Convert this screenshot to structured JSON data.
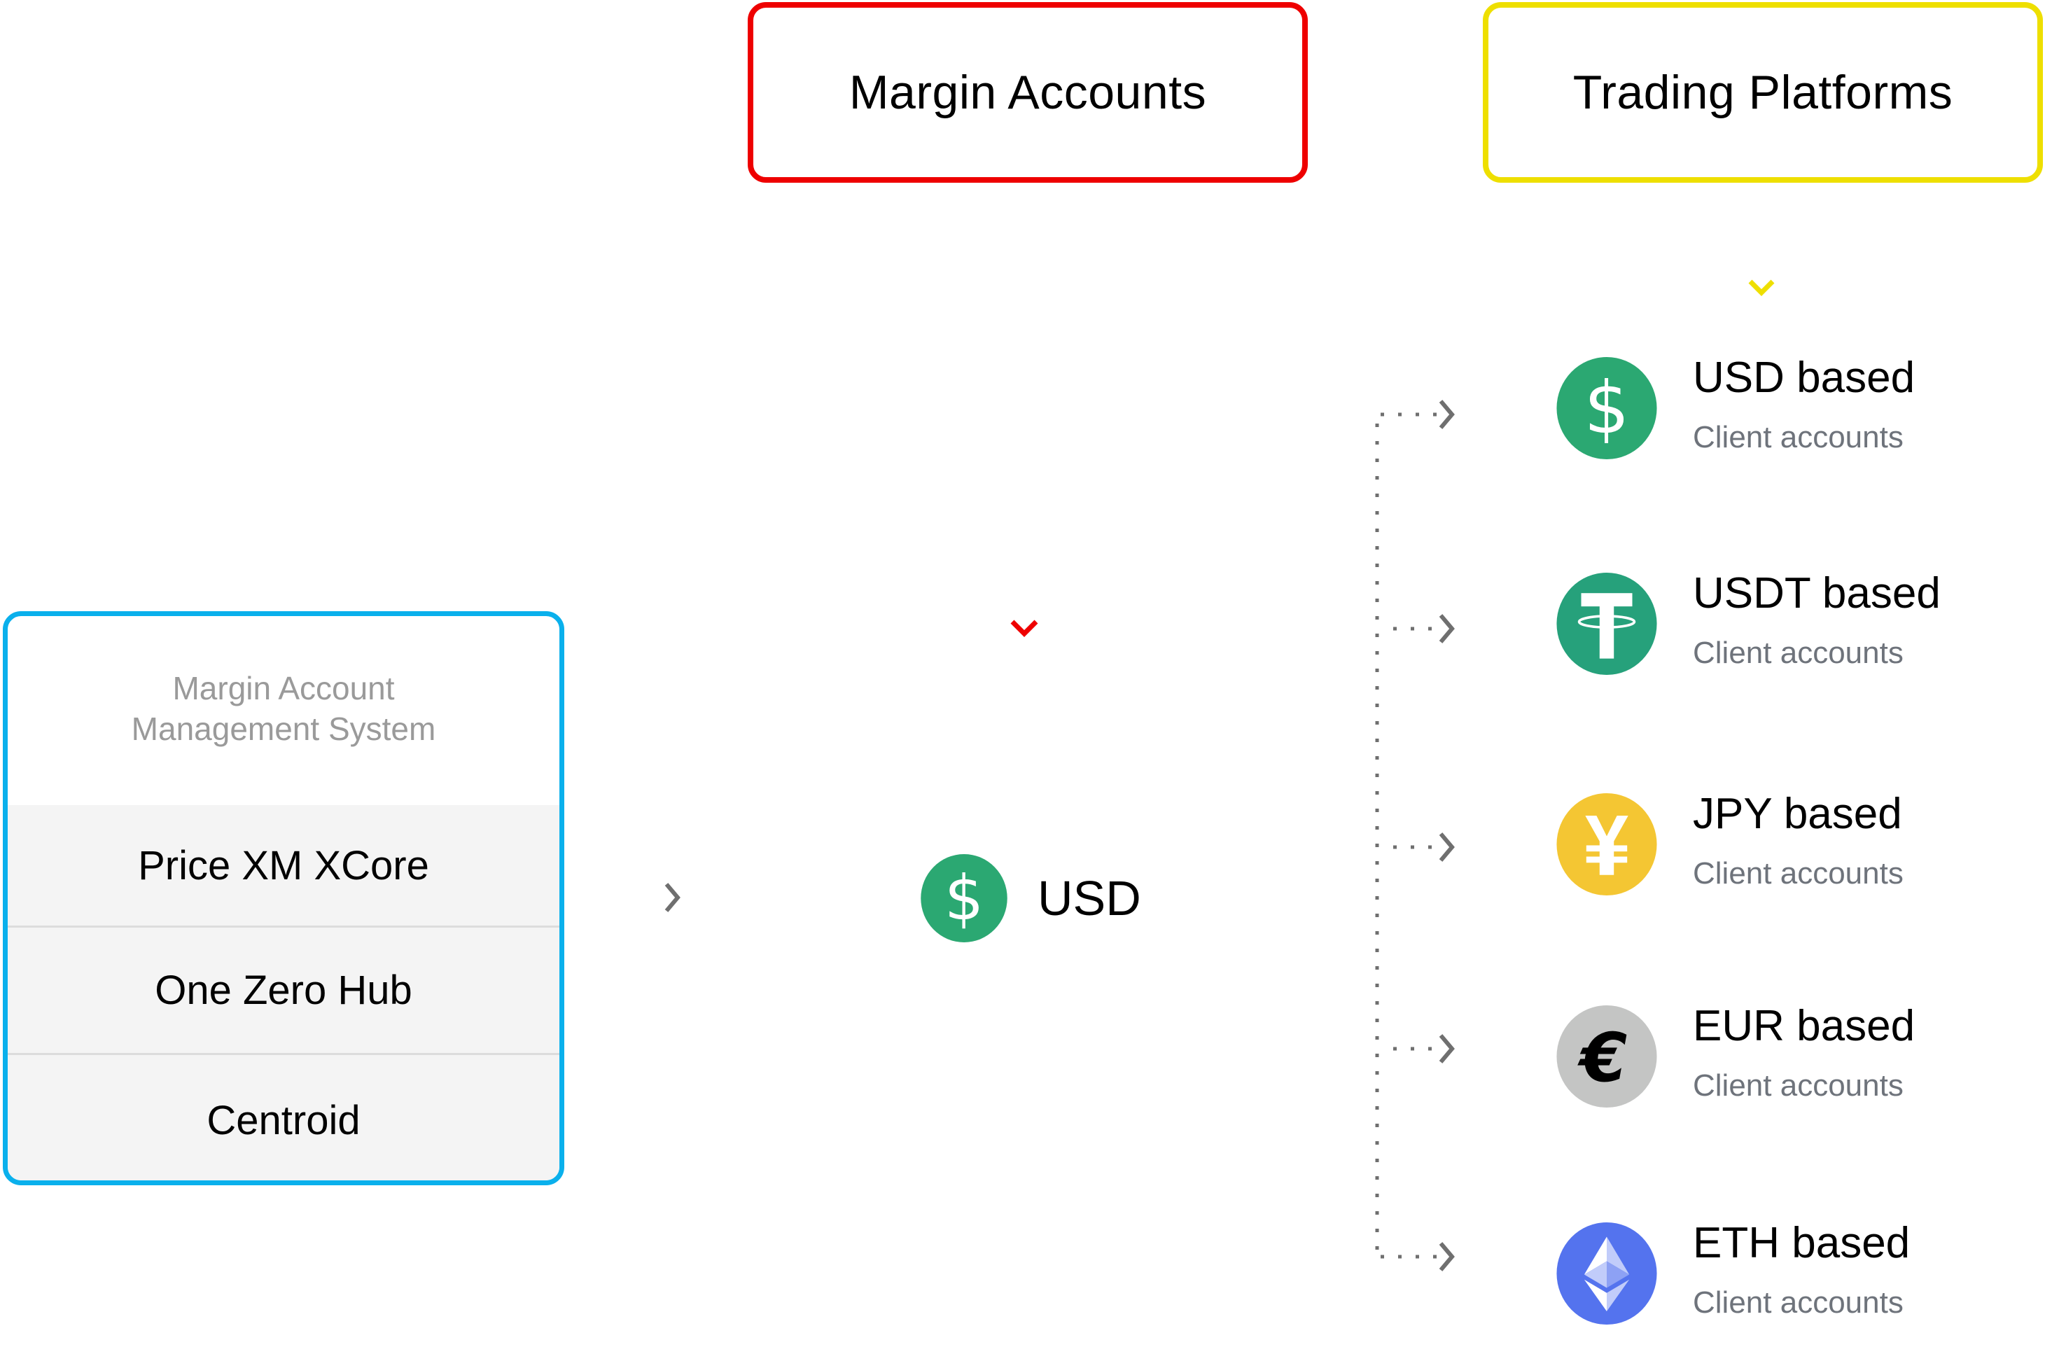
{
  "header": {
    "margin_accounts": "Margin Accounts",
    "trading_platforms": "Trading Platforms"
  },
  "system": {
    "title_line1": "Margin Account",
    "title_line2": "Management System",
    "rows": [
      "Price XM XCore",
      "One Zero Hub",
      "Centroid"
    ]
  },
  "center": {
    "icon": "dollar-coin-icon",
    "label": "USD"
  },
  "currencies": [
    {
      "icon": "dollar-coin-icon",
      "title": "USD based",
      "subtitle": "Client accounts",
      "color": "#2BA872"
    },
    {
      "icon": "tether-coin-icon",
      "title": "USDT based",
      "subtitle": "Client accounts",
      "color": "#26A17B"
    },
    {
      "icon": "yen-coin-icon",
      "title": "JPY based",
      "subtitle": "Client accounts",
      "color": "#F4C633"
    },
    {
      "icon": "euro-coin-icon",
      "title": "EUR based",
      "subtitle": "Client accounts",
      "color": "#C4C5C4"
    },
    {
      "icon": "ethereum-coin-icon",
      "title": "ETH based",
      "subtitle": "Client accounts",
      "color": "#5473EE"
    }
  ],
  "colors": {
    "margin_border": "#EE0000",
    "trading_border": "#EEDF00",
    "system_border": "#0AB0EC",
    "connector": "#6F6F6F"
  }
}
